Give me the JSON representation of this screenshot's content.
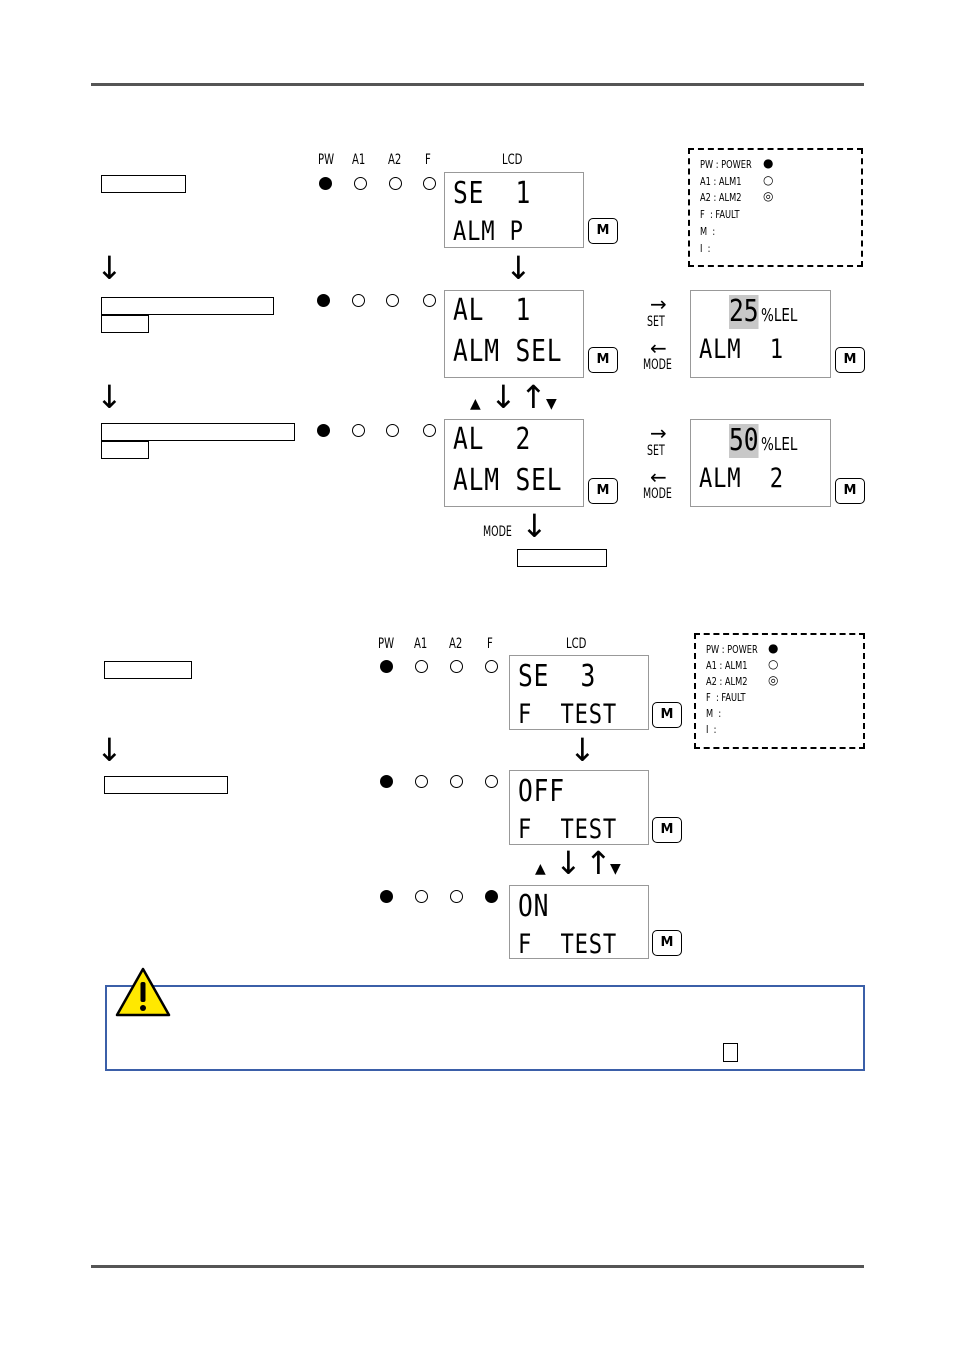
{
  "section1": {
    "led_headers": [
      "PW",
      "A1",
      "A2",
      "F"
    ],
    "lcd_header": "LCD",
    "screen1": {
      "line1": "SE  1",
      "line2": "ALM P",
      "leds": [
        true,
        false,
        false,
        false
      ]
    },
    "screen2": {
      "line1": "AL  1",
      "line2": "ALM SEL",
      "leds": [
        true,
        false,
        false,
        false
      ]
    },
    "screen3": {
      "line1": "AL  2",
      "line2": "ALM SEL",
      "leds": [
        true,
        false,
        false,
        false
      ]
    },
    "alm1_value": {
      "value": "25",
      "unit": "%LEL",
      "line2": "ALM  1"
    },
    "alm2_value": {
      "value": "50",
      "unit": "%LEL",
      "line2": "ALM  2"
    },
    "set_label": "SET",
    "mode_label": "MODE",
    "mode_down_label": "MODE"
  },
  "section2": {
    "led_headers": [
      "PW",
      "A1",
      "A2",
      "F"
    ],
    "lcd_header": "LCD",
    "screen1": {
      "line1": "SE  3",
      "line2": "F  TEST",
      "leds": [
        true,
        false,
        false,
        false
      ]
    },
    "screen2": {
      "line1": "OFF",
      "line2": "F  TEST",
      "leds": [
        true,
        false,
        false,
        false
      ]
    },
    "screen3": {
      "line1": "ON",
      "line2": "F  TEST",
      "leds": [
        true,
        false,
        false,
        true
      ]
    }
  },
  "legend": {
    "rows": [
      "PW : POWER",
      "A1 : ALM1",
      "A2 : ALM2",
      "F  : FAULT",
      "M  :",
      "I  :"
    ],
    "symbols": [
      "●",
      "○",
      "◎"
    ]
  },
  "button_label": "M",
  "arrows": {
    "down": "↓",
    "up": "↑",
    "right": "→",
    "left": "←",
    "tri_up": "▲",
    "tri_down": "▼"
  }
}
